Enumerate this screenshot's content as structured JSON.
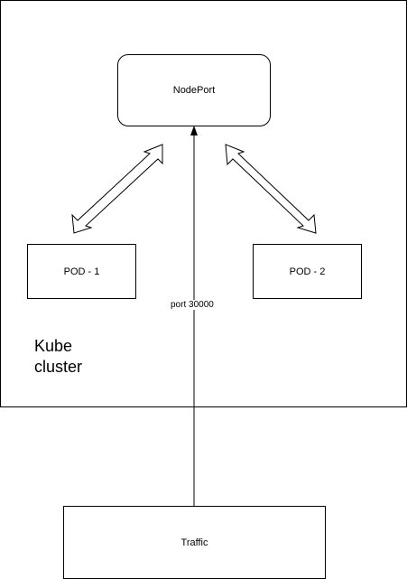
{
  "cluster": {
    "label_line1": "Kube",
    "label_line2": "cluster"
  },
  "nodeport": {
    "label": "NodePort"
  },
  "pod1": {
    "label": "POD - 1"
  },
  "pod2": {
    "label": "POD - 2"
  },
  "traffic": {
    "label": "Traffic"
  },
  "connection": {
    "label": "port 30000"
  }
}
